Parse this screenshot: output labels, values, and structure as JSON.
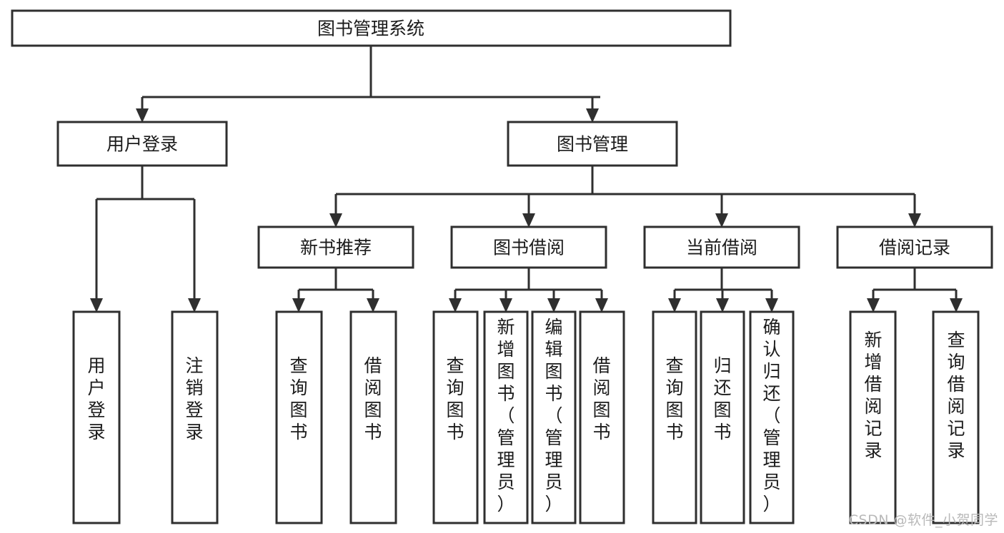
{
  "diagram": {
    "title": "图书管理系统",
    "type": "hierarchy-tree",
    "orientation": "top-down",
    "colors": {
      "stroke": "#2f2f2f",
      "fill": "#ffffff",
      "text": "#1b1b1b",
      "watermark": "#b9b9b9"
    },
    "levels": [
      {
        "level": 0,
        "nodes": [
          {
            "id": "root",
            "label": "图书管理系统",
            "orientation": "horizontal"
          }
        ]
      },
      {
        "level": 1,
        "nodes": [
          {
            "id": "user-login",
            "label": "用户登录",
            "orientation": "horizontal",
            "parent": "root"
          },
          {
            "id": "book-mgmt",
            "label": "图书管理",
            "orientation": "horizontal",
            "parent": "root"
          }
        ]
      },
      {
        "level": 2,
        "nodes": [
          {
            "id": "new-book-rec",
            "label": "新书推荐",
            "orientation": "horizontal",
            "parent": "book-mgmt"
          },
          {
            "id": "book-borrow",
            "label": "图书借阅",
            "orientation": "horizontal",
            "parent": "book-mgmt"
          },
          {
            "id": "current-borrow",
            "label": "当前借阅",
            "orientation": "horizontal",
            "parent": "book-mgmt"
          },
          {
            "id": "borrow-record",
            "label": "借阅记录",
            "orientation": "horizontal",
            "parent": "book-mgmt"
          }
        ]
      },
      {
        "level": 3,
        "nodes": [
          {
            "id": "leaf-user-login",
            "label": "用户登录",
            "orientation": "vertical",
            "parent": "user-login"
          },
          {
            "id": "leaf-user-logout",
            "label": "注销登录",
            "orientation": "vertical",
            "parent": "user-login"
          },
          {
            "id": "leaf-query-book-1",
            "label": "查询图书",
            "orientation": "vertical",
            "parent": "new-book-rec"
          },
          {
            "id": "leaf-borrow-book-1",
            "label": "借阅图书",
            "orientation": "vertical",
            "parent": "new-book-rec"
          },
          {
            "id": "leaf-query-book-2",
            "label": "查询图书",
            "orientation": "vertical",
            "parent": "book-borrow"
          },
          {
            "id": "leaf-add-book",
            "label": "新增图书（管理员）",
            "orientation": "vertical",
            "parent": "book-borrow"
          },
          {
            "id": "leaf-edit-book",
            "label": "编辑图书（管理员）",
            "orientation": "vertical",
            "parent": "book-borrow"
          },
          {
            "id": "leaf-borrow-book-2",
            "label": "借阅图书",
            "orientation": "vertical",
            "parent": "book-borrow"
          },
          {
            "id": "leaf-query-book-3",
            "label": "查询图书",
            "orientation": "vertical",
            "parent": "current-borrow"
          },
          {
            "id": "leaf-return-book",
            "label": "归还图书",
            "orientation": "vertical",
            "parent": "current-borrow"
          },
          {
            "id": "leaf-confirm-return",
            "label": "确认归还（管理员）",
            "orientation": "vertical",
            "parent": "current-borrow"
          },
          {
            "id": "leaf-add-record",
            "label": "新增借阅记录",
            "orientation": "vertical",
            "parent": "borrow-record"
          },
          {
            "id": "leaf-query-record",
            "label": "查询借阅记录",
            "orientation": "vertical",
            "parent": "borrow-record"
          }
        ]
      }
    ],
    "watermark": "CSDN @软件_小贺同学"
  }
}
